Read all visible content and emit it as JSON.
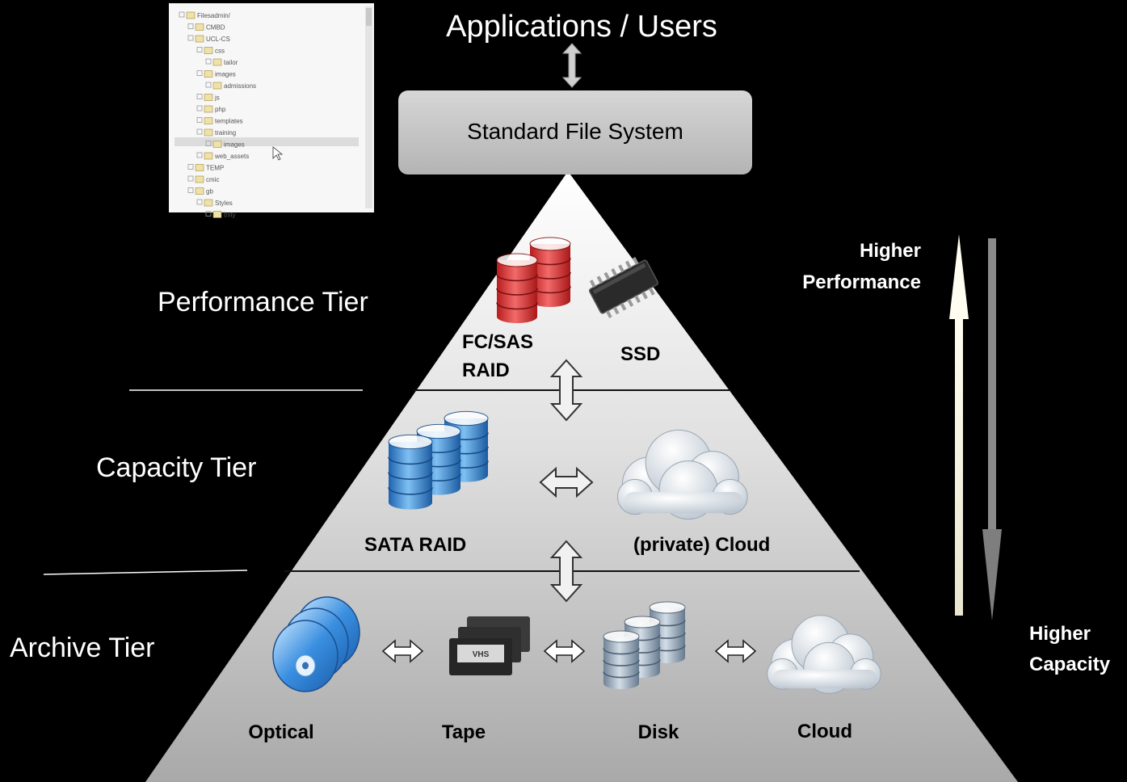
{
  "title": "Applications / Users",
  "file_system_box": "Standard File System",
  "tree_panel": {
    "items": [
      "Filesadmin/",
      "CMBD",
      "UCL-CS",
      "css",
      "tailor",
      "images",
      "admissions",
      "js",
      "php",
      "templates",
      "training",
      "images",
      "web_assets",
      "TEMP",
      "cmic",
      "gb",
      "Styles",
      "bsty"
    ]
  },
  "tiers": {
    "performance": "Performance Tier",
    "capacity": "Capacity Tier",
    "archive": "Archive Tier"
  },
  "performance_items": {
    "fc_sas_line1": "FC/SAS",
    "fc_sas_line2": "RAID",
    "ssd": "SSD"
  },
  "capacity_items": {
    "sata": "SATA RAID",
    "private_cloud": "(private) Cloud"
  },
  "archive_items": {
    "optical": "Optical",
    "tape": "Tape",
    "disk": "Disk",
    "cloud": "Cloud"
  },
  "side_labels": {
    "higher_performance_line1": "Higher",
    "higher_performance_line2": "Performance",
    "higher_capacity_line1": "Higher",
    "higher_capacity_line2": "Capacity"
  },
  "icons": [
    "red-database-icon",
    "ssd-chip-icon",
    "blue-database-icon",
    "cloud-icon",
    "optical-disc-icon",
    "tape-cassette-icon",
    "grey-database-icon"
  ],
  "colors": {
    "background": "#000000",
    "performance_db": "#d42a2a",
    "capacity_db": "#3a86d4",
    "archive_db": "#9fb2c6"
  }
}
